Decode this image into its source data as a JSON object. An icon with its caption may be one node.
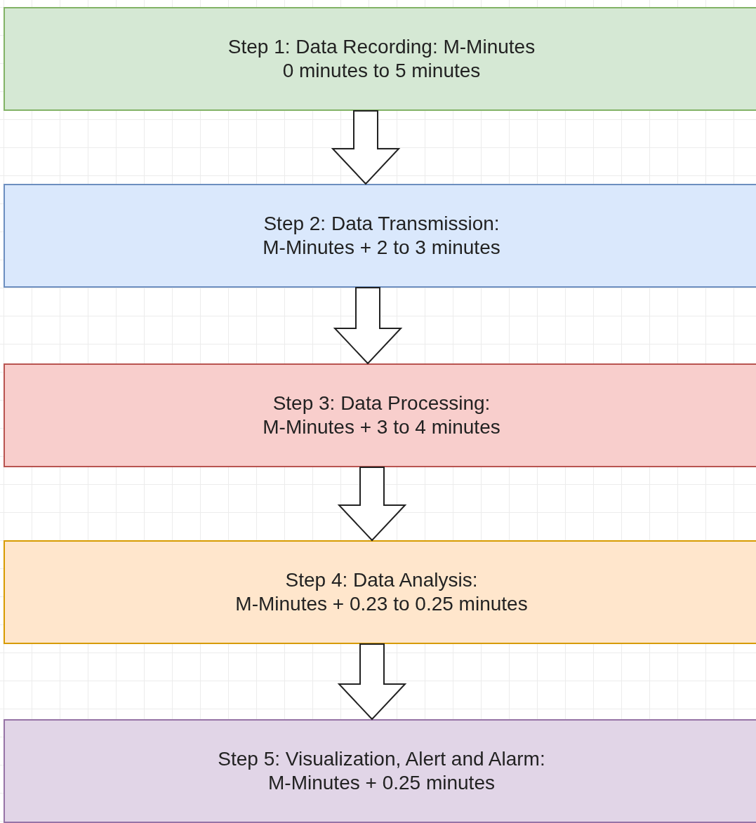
{
  "diagram": {
    "nodes": [
      {
        "text": [
          "Step 1: Data Recording: M-Minutes",
          "0 minutes to 5 minutes"
        ]
      },
      {
        "text": [
          "Step 2: Data Transmission:",
          "M-Minutes + 2 to 3 minutes"
        ]
      },
      {
        "text": [
          "Step 3: Data Processing:",
          "M-Minutes + 3 to 4 minutes"
        ]
      },
      {
        "text": [
          "Step 4: Data Analysis:",
          "M-Minutes + 0.23 to 0.25 minutes"
        ]
      },
      {
        "text": [
          "Step 5: Visualization, Alert and Alarm:",
          "M-Minutes + 0.25 minutes"
        ]
      }
    ],
    "edges": [
      {
        "from": 0,
        "to": 1,
        "arrow": "to"
      },
      {
        "from": 1,
        "to": 2,
        "arrow": "to"
      },
      {
        "from": 2,
        "to": 3,
        "arrow": "to"
      },
      {
        "from": 3,
        "to": 4,
        "arrow": "to"
      }
    ]
  }
}
